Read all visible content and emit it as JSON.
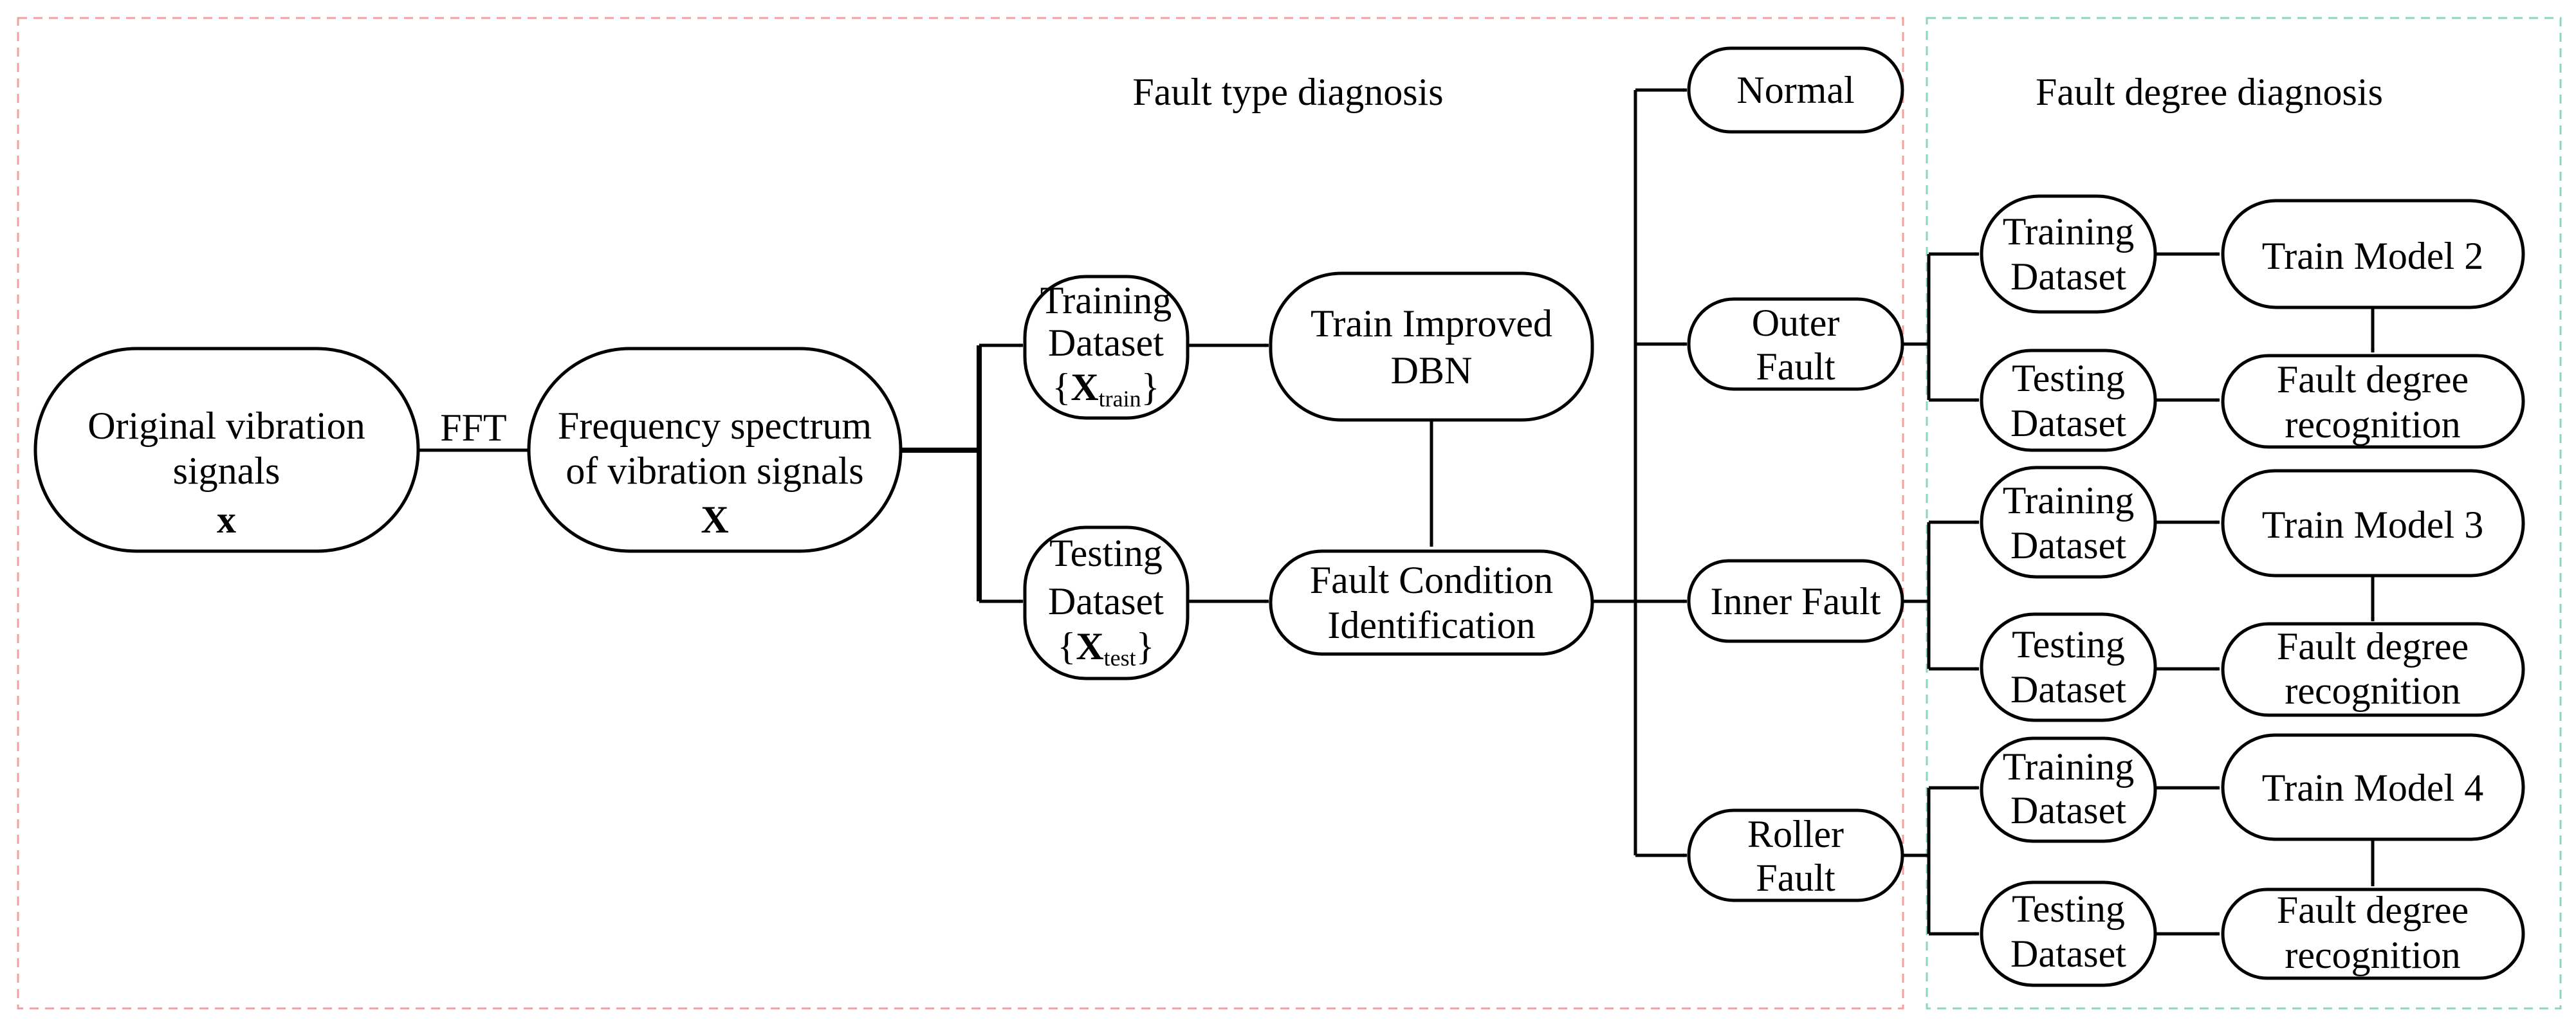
{
  "sections": {
    "fault_type": "Fault type diagnosis",
    "fault_degree": "Fault degree diagnosis"
  },
  "colors": {
    "left_region_border": "#f2a0a0",
    "right_region_border": "#8fd6c2"
  },
  "nodes": {
    "original": {
      "line1": "Original vibration",
      "line2": "signals",
      "symbol": "x"
    },
    "fft": "FFT",
    "spectrum": {
      "line1": "Frequency spectrum",
      "line2": "of vibration  signals",
      "symbol": "X"
    },
    "training": {
      "line1": "Training",
      "line2": "Dataset",
      "brace_open": "{",
      "symbol": "X",
      "subscript": "train",
      "brace_close": "}"
    },
    "testing": {
      "line1": "Testing",
      "line2": "Dataset",
      "brace_open": "{",
      "symbol": "X",
      "subscript": "test",
      "brace_close": "}"
    },
    "train_dbn": {
      "line1": "Train Improved",
      "line2": "DBN"
    },
    "identification": {
      "line1": "Fault Condition",
      "line2": "Identification"
    },
    "normal": "Normal",
    "outer": {
      "line1": "Outer",
      "line2": "Fault"
    },
    "inner": "Inner Fault",
    "roller": {
      "line1": "Roller",
      "line2": "Fault"
    }
  },
  "degree_groups": [
    {
      "train_line1": "Training",
      "train_line2": "Dataset",
      "test_line1": "Testing",
      "test_line2": "Dataset",
      "model": "Train Model 2",
      "recog_line1": "Fault degree",
      "recog_line2": "recognition"
    },
    {
      "train_line1": "Training",
      "train_line2": "Dataset",
      "test_line1": "Testing",
      "test_line2": "Dataset",
      "model": "Train Model 3",
      "recog_line1": "Fault degree",
      "recog_line2": "recognition"
    },
    {
      "train_line1": "Training",
      "train_line2": "Dataset",
      "test_line1": "Testing",
      "test_line2": "Dataset",
      "model": "Train Model 4",
      "recog_line1": "Fault degree",
      "recog_line2": "recognition"
    }
  ]
}
